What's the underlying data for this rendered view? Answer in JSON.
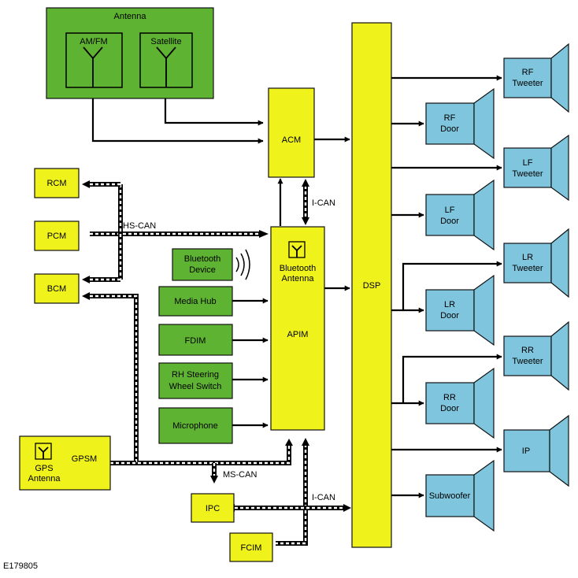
{
  "figure_id": "E179805",
  "antenna": {
    "title": "Antenna",
    "amfm": "AM/FM",
    "satellite": "Satellite"
  },
  "modules": {
    "acm": "ACM",
    "apim": "APIM",
    "apim_bt": [
      "Bluetooth",
      "Antenna"
    ],
    "dsp": "DSP",
    "rcm": "RCM",
    "pcm": "PCM",
    "bcm": "BCM",
    "gpsm": "GPSM",
    "gps_antenna": [
      "GPS",
      "Antenna"
    ],
    "ipc": "IPC",
    "fcim": "FCIM"
  },
  "inputs": {
    "bluetooth_device": [
      "Bluetooth",
      "Device"
    ],
    "media_hub": "Media Hub",
    "fdim": "FDIM",
    "rh_switch": [
      "RH Steering",
      "Wheel Switch"
    ],
    "microphone": "Microphone"
  },
  "buses": {
    "hs_can": "HS-CAN",
    "ms_can": "MS-CAN",
    "i_can_top": "I-CAN",
    "i_can_bottom": "I-CAN"
  },
  "speakers": {
    "rf_tweeter": [
      "RF",
      "Tweeter"
    ],
    "rf_door": [
      "RF",
      "Door"
    ],
    "lf_tweeter": [
      "LF",
      "Tweeter"
    ],
    "lf_door": [
      "LF",
      "Door"
    ],
    "lr_tweeter": [
      "LR",
      "Tweeter"
    ],
    "lr_door": [
      "LR",
      "Door"
    ],
    "rr_tweeter": [
      "RR",
      "Tweeter"
    ],
    "rr_door": [
      "RR",
      "Door"
    ],
    "ip": "IP",
    "subwoofer": "Subwoofer"
  },
  "colors": {
    "module_yellow": "#f0f21c",
    "input_green": "#5fb332",
    "speaker_blue": "#7ec5dd"
  }
}
